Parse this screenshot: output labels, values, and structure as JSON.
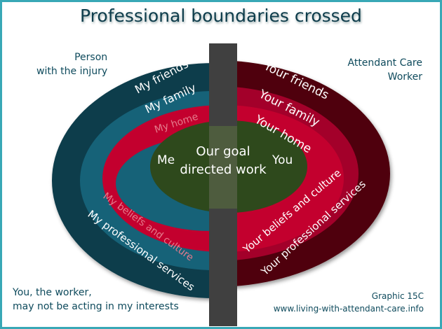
{
  "title": "Professional boundaries crossed",
  "left_label": [
    "Person",
    "with the injury"
  ],
  "right_label": [
    "Attendant Care",
    "Worker"
  ],
  "bottom_left": [
    "You, the worker,",
    "may not be acting in my interests"
  ],
  "credit": [
    "Graphic 15C",
    "www.living-with-attendant-care.info"
  ],
  "rings": {
    "my_friends": "My friends",
    "my_family": "My family",
    "my_home": "My home",
    "your_friends": "Your friends",
    "your_family": "Your family",
    "your_home": "Your home",
    "me": "Me",
    "goal_1": "Our goal",
    "goal_2": "directed work",
    "you": "You",
    "my_beliefs": "My beliefs and culture",
    "my_services": "My professional services",
    "your_beliefs": "Your beliefs and culture",
    "your_services": "Your professional services"
  },
  "colors": {
    "teal_dark": "#0e3d4c",
    "teal": "#146278",
    "maroon": "#50000f",
    "red": "#c3002e",
    "red_mid": "#a3002b",
    "green": "#2d4a1b",
    "pole": "#404040"
  }
}
